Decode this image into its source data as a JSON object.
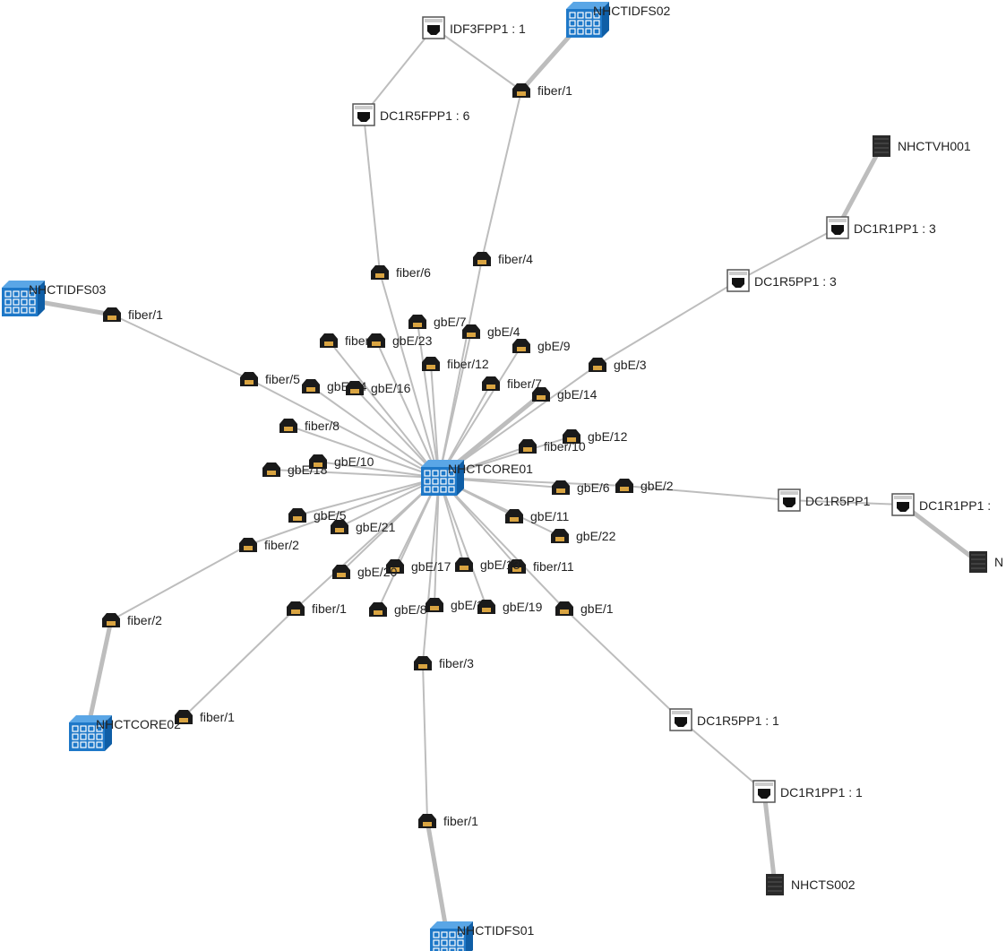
{
  "colors": {
    "background": "#ffffff",
    "link": "#bdbdbd",
    "switch_face": "#1e78c8",
    "switch_top": "#5aa6e6",
    "switch_side": "#0f5ea6",
    "port_icon": "#1a1a1a",
    "port_rj45": "#d9a441",
    "panel_frame": "#555555",
    "server": "#2a2a2a",
    "label": "#222222"
  },
  "nodes": [
    {
      "id": "core01",
      "kind": "switch",
      "label": "NHCTCORE01"
    },
    {
      "id": "idfs02",
      "kind": "switch",
      "label": "NHCTIDFS02"
    },
    {
      "id": "idfs03",
      "kind": "switch",
      "label": "NHCTIDFS03"
    },
    {
      "id": "core02",
      "kind": "switch",
      "label": "NHCTCORE02"
    },
    {
      "id": "idfs01",
      "kind": "switch",
      "label": "NHCTIDFS01"
    },
    {
      "id": "idf3fpp1",
      "kind": "panel",
      "label": "IDF3FPP1 : 1"
    },
    {
      "id": "dc1r5fpp1",
      "kind": "panel",
      "label": "DC1R5FPP1 : 6"
    },
    {
      "id": "dc1r1pp1_3",
      "kind": "panel",
      "label": "DC1R1PP1 : 3"
    },
    {
      "id": "dc1r5pp1_3",
      "kind": "panel",
      "label": "DC1R5PP1 : 3"
    },
    {
      "id": "dc1r5pp1_r",
      "kind": "panel",
      "label": "DC1R5PP1"
    },
    {
      "id": "dc1r1pp1_r",
      "kind": "panel",
      "label": "DC1R1PP1 :"
    },
    {
      "id": "dc1r5pp1_1",
      "kind": "panel",
      "label": "DC1R5PP1 : 1"
    },
    {
      "id": "dc1r1pp1_1",
      "kind": "panel",
      "label": "DC1R1PP1 : 1"
    },
    {
      "id": "vh001",
      "kind": "server",
      "label": "NHCTVH001"
    },
    {
      "id": "srv_r",
      "kind": "server",
      "label": "N"
    },
    {
      "id": "ts002",
      "kind": "server",
      "label": "NHCTS002"
    },
    {
      "id": "p_idfs02_f1",
      "kind": "port",
      "label": "fiber/1"
    },
    {
      "id": "p_f6_top",
      "kind": "port",
      "label": "fiber/6"
    },
    {
      "id": "p_f4",
      "kind": "port",
      "label": "fiber/4"
    },
    {
      "id": "p_idfs03_f1",
      "kind": "port",
      "label": "fiber/1"
    },
    {
      "id": "p_f5",
      "kind": "port",
      "label": "fiber/5"
    },
    {
      "id": "p_f8",
      "kind": "port",
      "label": "fiber/8"
    },
    {
      "id": "p_ge18",
      "kind": "port",
      "label": "gbE/18"
    },
    {
      "id": "p_ge10",
      "kind": "port",
      "label": "gbE/10"
    },
    {
      "id": "p_ge24",
      "kind": "port",
      "label": "gbE/24"
    },
    {
      "id": "p_ge16",
      "kind": "port",
      "label": "gbE/16"
    },
    {
      "id": "p_f9",
      "kind": "port",
      "label": "fiber/9"
    },
    {
      "id": "p_ge23",
      "kind": "port",
      "label": "gbE/23"
    },
    {
      "id": "p_ge7",
      "kind": "port",
      "label": "gbE/7"
    },
    {
      "id": "p_ge4",
      "kind": "port",
      "label": "gbE/4"
    },
    {
      "id": "p_ge9",
      "kind": "port",
      "label": "gbE/9"
    },
    {
      "id": "p_f12",
      "kind": "port",
      "label": "fiber/12"
    },
    {
      "id": "p_f7",
      "kind": "port",
      "label": "fiber/7"
    },
    {
      "id": "p_ge14",
      "kind": "port",
      "label": "gbE/14"
    },
    {
      "id": "p_ge3",
      "kind": "port",
      "label": "gbE/3"
    },
    {
      "id": "p_ge12",
      "kind": "port",
      "label": "gbE/12"
    },
    {
      "id": "p_f10",
      "kind": "port",
      "label": "fiber/10"
    },
    {
      "id": "p_ge6",
      "kind": "port",
      "label": "gbE/6"
    },
    {
      "id": "p_ge2",
      "kind": "port",
      "label": "gbE/2"
    },
    {
      "id": "p_ge11",
      "kind": "port",
      "label": "gbE/11"
    },
    {
      "id": "p_ge22",
      "kind": "port",
      "label": "gbE/22"
    },
    {
      "id": "p_f11",
      "kind": "port",
      "label": "fiber/11"
    },
    {
      "id": "p_ge13",
      "kind": "port",
      "label": "gbE/13"
    },
    {
      "id": "p_ge17",
      "kind": "port",
      "label": "gbE/17"
    },
    {
      "id": "p_ge20",
      "kind": "port",
      "label": "gbE/20"
    },
    {
      "id": "p_ge21",
      "kind": "port",
      "label": "gbE/21"
    },
    {
      "id": "p_ge5",
      "kind": "port",
      "label": "gbE/5"
    },
    {
      "id": "p_f2",
      "kind": "port",
      "label": "fiber/2"
    },
    {
      "id": "p_core02_f2",
      "kind": "port",
      "label": "fiber/2"
    },
    {
      "id": "p_f1_core",
      "kind": "port",
      "label": "fiber/1"
    },
    {
      "id": "p_core02_f1",
      "kind": "port",
      "label": "fiber/1"
    },
    {
      "id": "p_ge8",
      "kind": "port",
      "label": "gbE/8"
    },
    {
      "id": "p_ge15",
      "kind": "port",
      "label": "gbE/15"
    },
    {
      "id": "p_ge19",
      "kind": "port",
      "label": "gbE/19"
    },
    {
      "id": "p_ge1",
      "kind": "port",
      "label": "gbE/1"
    },
    {
      "id": "p_f3",
      "kind": "port",
      "label": "fiber/3"
    },
    {
      "id": "p_idfs01_f1",
      "kind": "port",
      "label": "fiber/1"
    }
  ],
  "links": [
    {
      "from": "core01",
      "to": "p_f6_top"
    },
    {
      "from": "core01",
      "to": "p_f4"
    },
    {
      "from": "core01",
      "to": "p_f5"
    },
    {
      "from": "core01",
      "to": "p_f8"
    },
    {
      "from": "core01",
      "to": "p_ge18"
    },
    {
      "from": "core01",
      "to": "p_ge10"
    },
    {
      "from": "core01",
      "to": "p_ge24"
    },
    {
      "from": "core01",
      "to": "p_ge16"
    },
    {
      "from": "core01",
      "to": "p_f9"
    },
    {
      "from": "core01",
      "to": "p_ge23"
    },
    {
      "from": "core01",
      "to": "p_ge7"
    },
    {
      "from": "core01",
      "to": "p_ge4"
    },
    {
      "from": "core01",
      "to": "p_ge9"
    },
    {
      "from": "core01",
      "to": "p_f12"
    },
    {
      "from": "core01",
      "to": "p_f7"
    },
    {
      "from": "core01",
      "to": "p_ge14",
      "weight": "thick"
    },
    {
      "from": "core01",
      "to": "p_ge3"
    },
    {
      "from": "core01",
      "to": "p_ge12"
    },
    {
      "from": "core01",
      "to": "p_f10"
    },
    {
      "from": "core01",
      "to": "p_ge6"
    },
    {
      "from": "core01",
      "to": "p_ge2"
    },
    {
      "from": "core01",
      "to": "p_ge11"
    },
    {
      "from": "core01",
      "to": "p_ge22"
    },
    {
      "from": "core01",
      "to": "p_f11"
    },
    {
      "from": "core01",
      "to": "p_ge13"
    },
    {
      "from": "core01",
      "to": "p_ge17"
    },
    {
      "from": "core01",
      "to": "p_ge20"
    },
    {
      "from": "core01",
      "to": "p_ge21"
    },
    {
      "from": "core01",
      "to": "p_ge5"
    },
    {
      "from": "core01",
      "to": "p_f2"
    },
    {
      "from": "core01",
      "to": "p_f1_core"
    },
    {
      "from": "core01",
      "to": "p_ge8"
    },
    {
      "from": "core01",
      "to": "p_ge15"
    },
    {
      "from": "core01",
      "to": "p_ge19"
    },
    {
      "from": "core01",
      "to": "p_ge1"
    },
    {
      "from": "core01",
      "to": "p_f3"
    },
    {
      "from": "p_f6_top",
      "to": "dc1r5fpp1"
    },
    {
      "from": "dc1r5fpp1",
      "to": "idf3fpp1"
    },
    {
      "from": "idf3fpp1",
      "to": "p_idfs02_f1"
    },
    {
      "from": "p_f4",
      "to": "p_idfs02_f1"
    },
    {
      "from": "p_idfs02_f1",
      "to": "idfs02",
      "weight": "thick"
    },
    {
      "from": "p_f5",
      "to": "p_idfs03_f1"
    },
    {
      "from": "p_idfs03_f1",
      "to": "idfs03",
      "weight": "thick"
    },
    {
      "from": "p_ge3",
      "to": "dc1r5pp1_3"
    },
    {
      "from": "dc1r5pp1_3",
      "to": "dc1r1pp1_3"
    },
    {
      "from": "dc1r1pp1_3",
      "to": "vh001",
      "weight": "thick"
    },
    {
      "from": "p_ge2",
      "to": "dc1r5pp1_r"
    },
    {
      "from": "dc1r5pp1_r",
      "to": "dc1r1pp1_r"
    },
    {
      "from": "dc1r1pp1_r",
      "to": "srv_r",
      "weight": "thick"
    },
    {
      "from": "p_f2",
      "to": "p_core02_f2"
    },
    {
      "from": "p_core02_f2",
      "to": "core02",
      "weight": "thick"
    },
    {
      "from": "p_f1_core",
      "to": "p_core02_f1"
    },
    {
      "from": "p_ge1",
      "to": "dc1r5pp1_1"
    },
    {
      "from": "dc1r5pp1_1",
      "to": "dc1r1pp1_1"
    },
    {
      "from": "dc1r1pp1_1",
      "to": "ts002",
      "weight": "thick"
    },
    {
      "from": "p_f3",
      "to": "p_idfs01_f1"
    },
    {
      "from": "p_idfs01_f1",
      "to": "idfs01",
      "weight": "thick"
    }
  ]
}
